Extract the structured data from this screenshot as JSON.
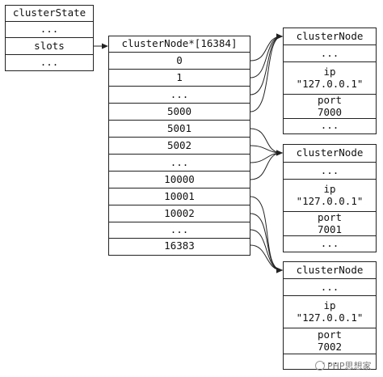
{
  "cluster_state": {
    "title": "clusterState",
    "rows": [
      "...",
      "slots",
      "..."
    ]
  },
  "slots_array": {
    "title": "clusterNode*[16384]",
    "rows": [
      "0",
      "1",
      "...",
      "5000",
      "5001",
      "5002",
      "...",
      "10000",
      "10001",
      "10002",
      "...",
      "16383"
    ]
  },
  "nodes": [
    {
      "title": "clusterNode",
      "top_dots": "...",
      "ip_label": "ip",
      "ip_value": "\"127.0.0.1\"",
      "port_label": "port",
      "port_value": "7000",
      "bottom_dots": "..."
    },
    {
      "title": "clusterNode",
      "top_dots": "...",
      "ip_label": "ip",
      "ip_value": "\"127.0.0.1\"",
      "port_label": "port",
      "port_value": "7001",
      "bottom_dots": "..."
    },
    {
      "title": "clusterNode",
      "top_dots": "...",
      "ip_label": "ip",
      "ip_value": "\"127.0.0.1\"",
      "port_label": "port",
      "port_value": "7002",
      "bottom_dots": "..."
    }
  ],
  "watermark": "PHP思想家",
  "colors": {
    "line": "#222222",
    "background": "#ffffff"
  }
}
